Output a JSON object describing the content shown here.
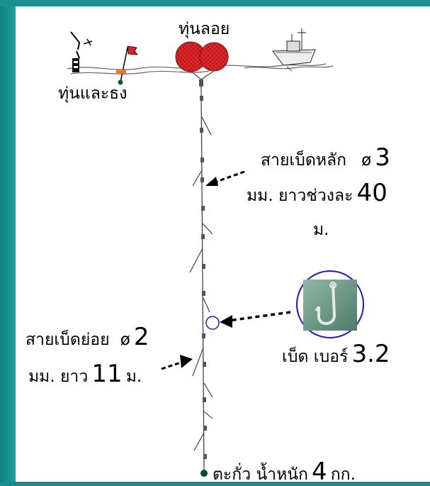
{
  "labels": {
    "float": "ทุ่นลอย",
    "buoy_flag": "ทุ่นและธง",
    "mainline_title": "สายเบ็ดหลัก",
    "mainline_symbol": "ø",
    "mainline_diameter": "3",
    "mainline_unit": "มม. ยาวช่วงละ",
    "mainline_length": "40",
    "mainline_length_unit": "ม.",
    "branch_title": "สายเบ็ดย่อย",
    "branch_symbol": "ø",
    "branch_diameter": "2",
    "branch_unit": "มม. ยาว",
    "branch_length": "11",
    "branch_length_unit": "ม.",
    "hook_label": "เบ็ด เบอร์",
    "hook_number": "3.2",
    "weight_label": "ตะกั่ว  น้ำหนัก",
    "weight_value": "4",
    "weight_unit": "กก."
  },
  "colors": {
    "background_teal": "#1a8c8c",
    "panel": "#ffffff",
    "float_red": "#e0262a",
    "flag_red": "#e02020",
    "marker_orange": "#f07820",
    "circle_blue": "#1a1ad0",
    "line": "#333333"
  },
  "icons": [
    "radio-beacon-icon",
    "flag-icon",
    "float-icon",
    "boat-icon",
    "hook-photo-icon",
    "weight-icon"
  ]
}
